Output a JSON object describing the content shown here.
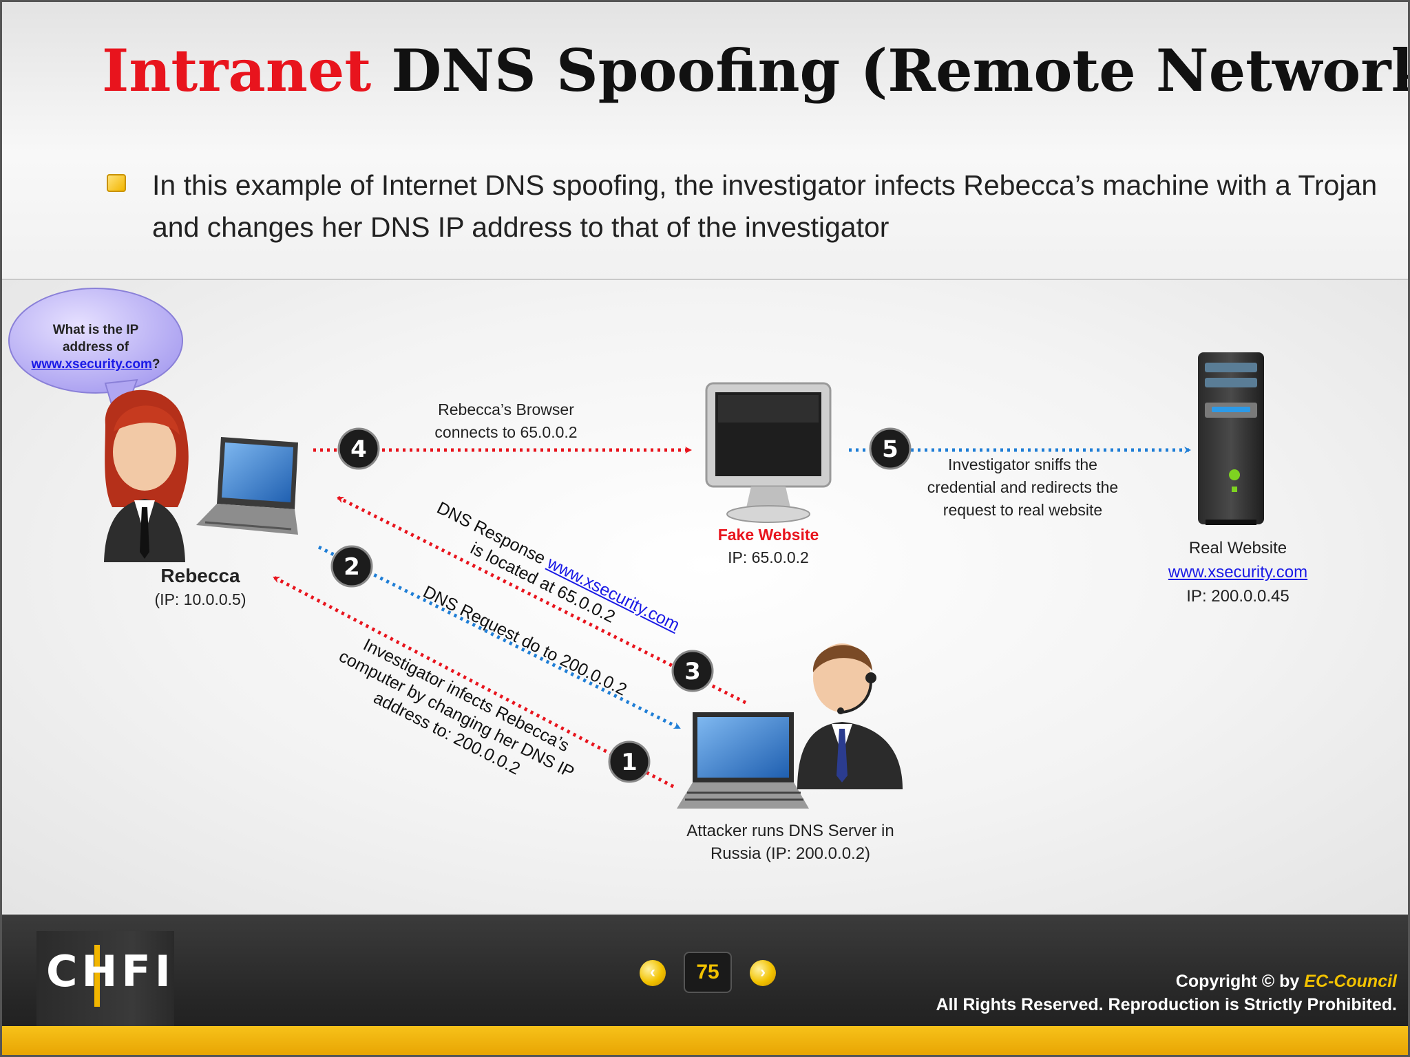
{
  "slide": {
    "title_part1": "Intranet",
    "title_part2": "DNS Spoofing (Remote Network)",
    "bullet": "In this example of Internet DNS spoofing, the investigator infects Rebecca’s machine with a Trojan and changes her DNS IP address to that of the investigator"
  },
  "diagram": {
    "speech_bubble": {
      "line1": "What is the IP",
      "line2": "address of",
      "link": "www.xsecurity.com",
      "suffix": "?"
    },
    "rebecca": {
      "name": "Rebecca",
      "ip": "(IP: 10.0.0.5)"
    },
    "fake_site": {
      "name": "Fake Website",
      "ip": "IP: 65.0.0.2"
    },
    "real_site": {
      "name": "Real Website",
      "link": "www.xsecurity.com",
      "ip": "IP: 200.0.0.45"
    },
    "attacker": {
      "line1": "Attacker runs DNS Server in",
      "line2": "Russia (IP: 200.0.0.2)"
    },
    "steps": {
      "s1": {
        "number": "1",
        "line1": "Investigator infects Rebecca’s",
        "line2": "computer by changing her DNS IP",
        "line3": "address to: 200.0.0.2"
      },
      "s2": {
        "number": "2",
        "text": "DNS Request do to 200.0.0.2"
      },
      "s3": {
        "number": "3",
        "prefix": "DNS Response",
        "link": "www.xsecurity.com",
        "line2": "is located at 65.0.0.2"
      },
      "s4": {
        "number": "4",
        "line1": "Rebecca’s Browser",
        "line2": "connects to 65.0.0.2"
      },
      "s5": {
        "number": "5",
        "line1": "Investigator sniffs the",
        "line2": "credential and redirects the",
        "line3": "request to real website"
      }
    },
    "colors": {
      "red_arrow": "#e8141d",
      "blue_arrow": "#1f7ed6",
      "title_red": "#e8141d"
    }
  },
  "footer": {
    "logo": "CHFI",
    "page_number": "75",
    "copyright_prefix": "Copyright © by",
    "copyright_brand": "EC-Council",
    "rights": "All Rights Reserved. Reproduction is Strictly Prohibited."
  }
}
